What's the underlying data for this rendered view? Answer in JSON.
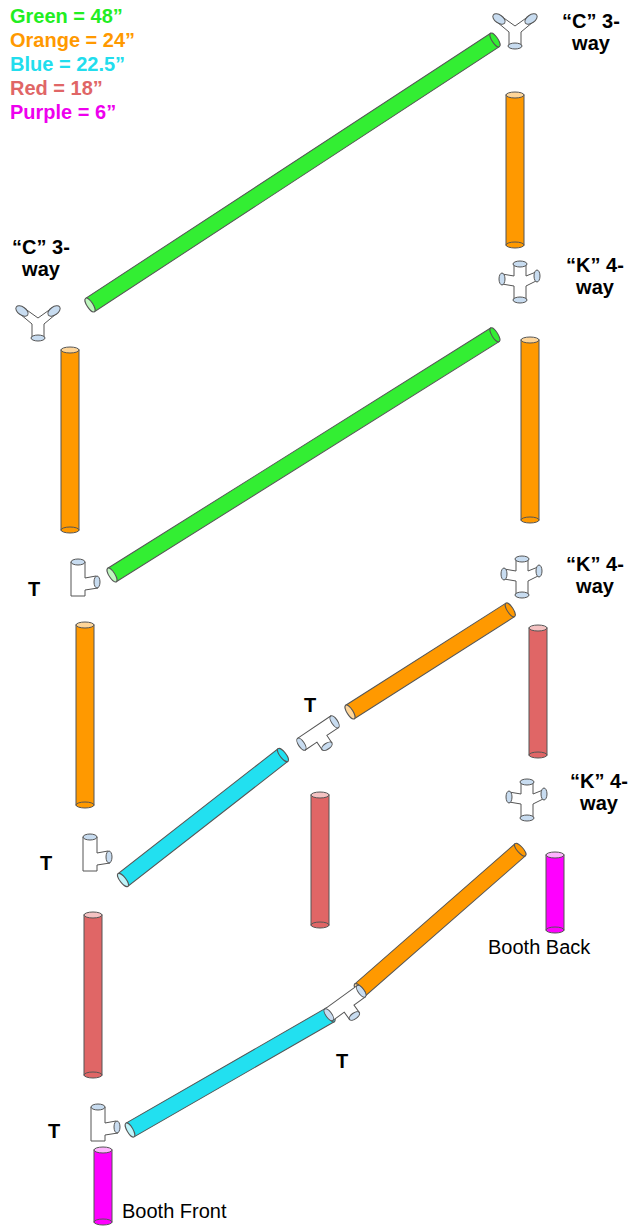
{
  "diagram": {
    "labels": [
      "“C” 3-way",
      "“C” 3-way",
      "“K” 4-way",
      "“K” 4-way",
      "“K” 4-way",
      "T",
      "T",
      "T",
      "T",
      "T",
      "Booth Back",
      "Booth Front"
    ],
    "legend": [
      {
        "text": "Green = 48”",
        "color": "#22ee22"
      },
      {
        "text": "Orange = 24”",
        "color": "#ff9900"
      },
      {
        "text": "Blue = 22.5”",
        "color": "#22dded"
      },
      {
        "text": "Red = 18”",
        "color": "#e06666"
      },
      {
        "text": "Purple = 6”",
        "color": "#ee00ee"
      }
    ]
  }
}
